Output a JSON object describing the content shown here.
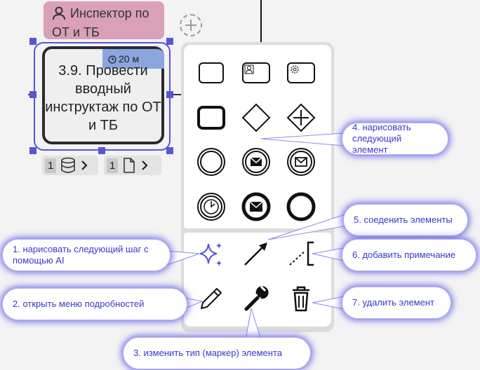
{
  "lane": {
    "role_label": "Инспектор по ОТ и ТБ"
  },
  "task": {
    "title": "3.9. Провести вводный инструктаж по ОТ и ТБ",
    "duration": "20 м",
    "data_count": "1",
    "doc_count": "1"
  },
  "palette": {
    "shapes": [
      {
        "name": "task-shape",
        "icon": "rounded-rectangle"
      },
      {
        "name": "user-task-shape",
        "icon": "user-task"
      },
      {
        "name": "service-task-shape",
        "icon": "service-task"
      },
      {
        "name": "subprocess-shape",
        "icon": "thick-rounded-rectangle"
      },
      {
        "name": "gateway-shape",
        "icon": "diamond"
      },
      {
        "name": "parallel-gateway-shape",
        "icon": "diamond-plus"
      },
      {
        "name": "start-event-shape",
        "icon": "circle"
      },
      {
        "name": "message-intermediate-throw-shape",
        "icon": "circle-envelope-filled"
      },
      {
        "name": "message-intermediate-catch-shape",
        "icon": "circle-envelope"
      },
      {
        "name": "timer-event-shape",
        "icon": "circle-clock"
      },
      {
        "name": "message-end-event-shape",
        "icon": "thick-circle-envelope"
      },
      {
        "name": "end-event-shape",
        "icon": "thick-circle"
      }
    ],
    "actions": [
      {
        "name": "ai-next-step",
        "icon": "sparkles-icon"
      },
      {
        "name": "connect",
        "icon": "arrow-icon"
      },
      {
        "name": "annotation",
        "icon": "annotation-icon"
      },
      {
        "name": "details",
        "icon": "pencil-icon"
      },
      {
        "name": "change-type",
        "icon": "wrench-icon"
      },
      {
        "name": "delete",
        "icon": "trash-icon"
      }
    ]
  },
  "callouts": {
    "c1": "1. нарисовать следующий шаг с помощью AI",
    "c2": "2. открыть меню подробностей",
    "c3": "3. изменить тип (маркер) элемента",
    "c4": "4. нарисовать следующий элемент",
    "c5": "5. соеденить элементы",
    "c6": "6. добавить примечание",
    "c7": "7. удалить элемент"
  },
  "colors": {
    "role_chip": "#d9a0b8",
    "selection": "#5856d6",
    "timer_badge": "#8aa6dc",
    "callout_glow": "#6d6ae8",
    "callout_text": "#3838c8"
  }
}
